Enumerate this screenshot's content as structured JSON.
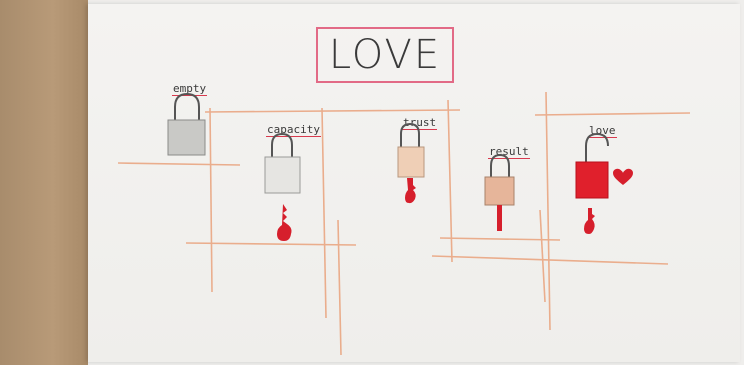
{
  "title": "LOVE",
  "locks": [
    {
      "label": "empty",
      "body_color": "#c9c9c6",
      "key": false
    },
    {
      "label": "capacity",
      "body_color": "#e6e5e2",
      "key": true
    },
    {
      "label": "trust",
      "body_color": "#efcfb6",
      "key": true
    },
    {
      "label": "result",
      "body_color": "#e6b59a",
      "key": false
    },
    {
      "label": "love",
      "body_color": "#e0202c",
      "key": true,
      "heart": true
    }
  ],
  "colors": {
    "key_red": "#d61f2c",
    "frame_line": "#e9a27c",
    "title_border": "#e26a86"
  }
}
